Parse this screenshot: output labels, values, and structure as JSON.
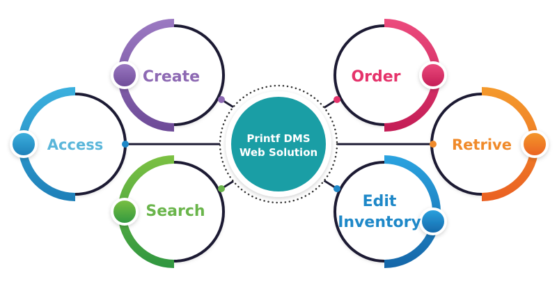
{
  "hub": {
    "line1": "Printf DMS",
    "line2": "Web Solution",
    "color": "#1a9ea5"
  },
  "nodes": {
    "create": {
      "label": "Create",
      "color": "#8d69b3",
      "dark": "#6d4a97"
    },
    "order": {
      "label": "Order",
      "color": "#e5336b",
      "dark": "#c31c55"
    },
    "access": {
      "label": "Access",
      "color": "#5ab6da",
      "dark": "#1e8fc0"
    },
    "retrive": {
      "label": "Retrive",
      "color": "#f08a2a",
      "dark": "#ea6a22"
    },
    "search": {
      "label": "Search",
      "color": "#6ab54b",
      "dark": "#3d9a3c"
    },
    "inventory": {
      "line1": "Edit",
      "line2": "Inventory",
      "color": "#1e88c8",
      "dark": "#1566a8"
    }
  },
  "colors": {
    "ring_track": "#1c1a33",
    "connector": "#1c1a33",
    "dots": "#333333"
  }
}
